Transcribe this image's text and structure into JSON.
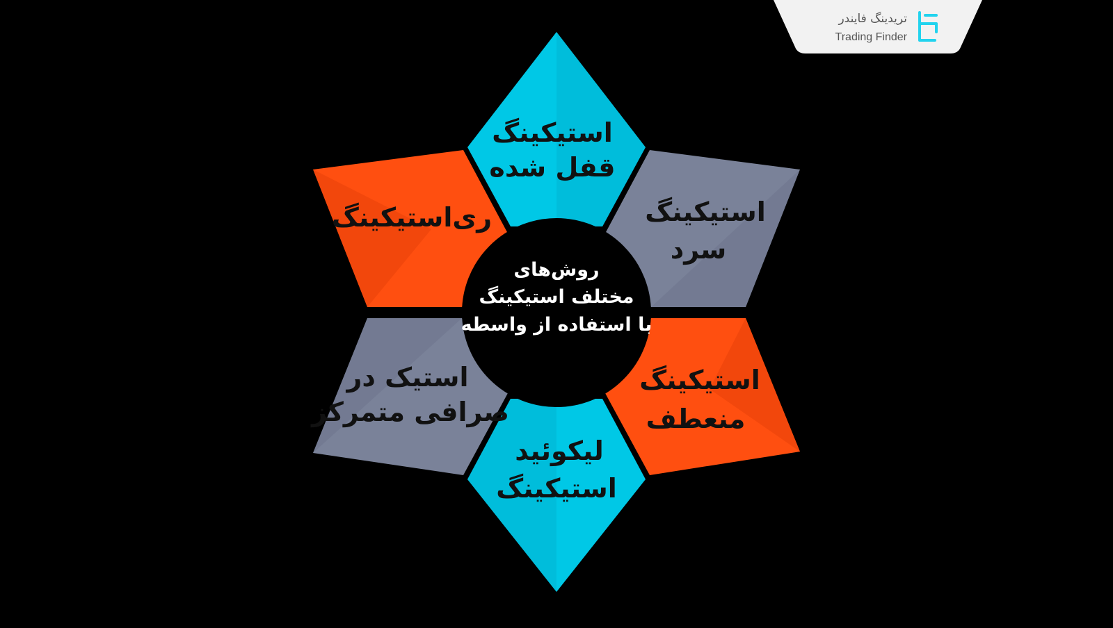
{
  "diagram": {
    "center": {
      "lines": [
        "روش‌های",
        "مختلف استیکینگ",
        "با استفاده از واسطه"
      ],
      "color": "#000000"
    },
    "petals": [
      {
        "id": "top",
        "lines": [
          "استیکینگ",
          "قفل شده"
        ],
        "color": "#00C8E6",
        "shade": "#00B4D2"
      },
      {
        "id": "upper-right",
        "lines": [
          "استیکینگ",
          "سرد"
        ],
        "color": "#7A8299",
        "shade": "#6D758C"
      },
      {
        "id": "lower-right",
        "lines": [
          "استیکینگ",
          "منعطف"
        ],
        "color": "#FF4F10",
        "shade": "#E8420A"
      },
      {
        "id": "bottom",
        "lines": [
          "لیکوئید",
          "استیکینگ"
        ],
        "color": "#00C8E6",
        "shade": "#00B4D2"
      },
      {
        "id": "lower-left",
        "lines": [
          "استیک در",
          "صرافی متمرکز"
        ],
        "color": "#7A8299",
        "shade": "#6D758C"
      },
      {
        "id": "upper-left",
        "lines": [
          "ری‌استیکینگ"
        ],
        "color": "#FF4F10",
        "shade": "#E8420A"
      }
    ]
  },
  "logo": {
    "name_fa": "تریدینگ فایندر",
    "name_en": "Trading Finder",
    "accent": "#22D3EE",
    "background": "#F2F2F2"
  }
}
